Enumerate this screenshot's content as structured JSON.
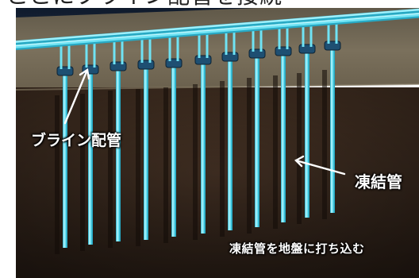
{
  "heading": "ここにブライン配管を接続",
  "labels": {
    "brine_pipe": "ブライン配管",
    "freezing_pipe": "凍結管",
    "caption": "凍結管を地盤に打ち込む"
  },
  "colors": {
    "pipe": "#6fe3f4",
    "pipe_dark": "#27a9c4",
    "ground_surface": "#6d6452",
    "soil": "#3a2a1f",
    "sky": "#17253a"
  }
}
